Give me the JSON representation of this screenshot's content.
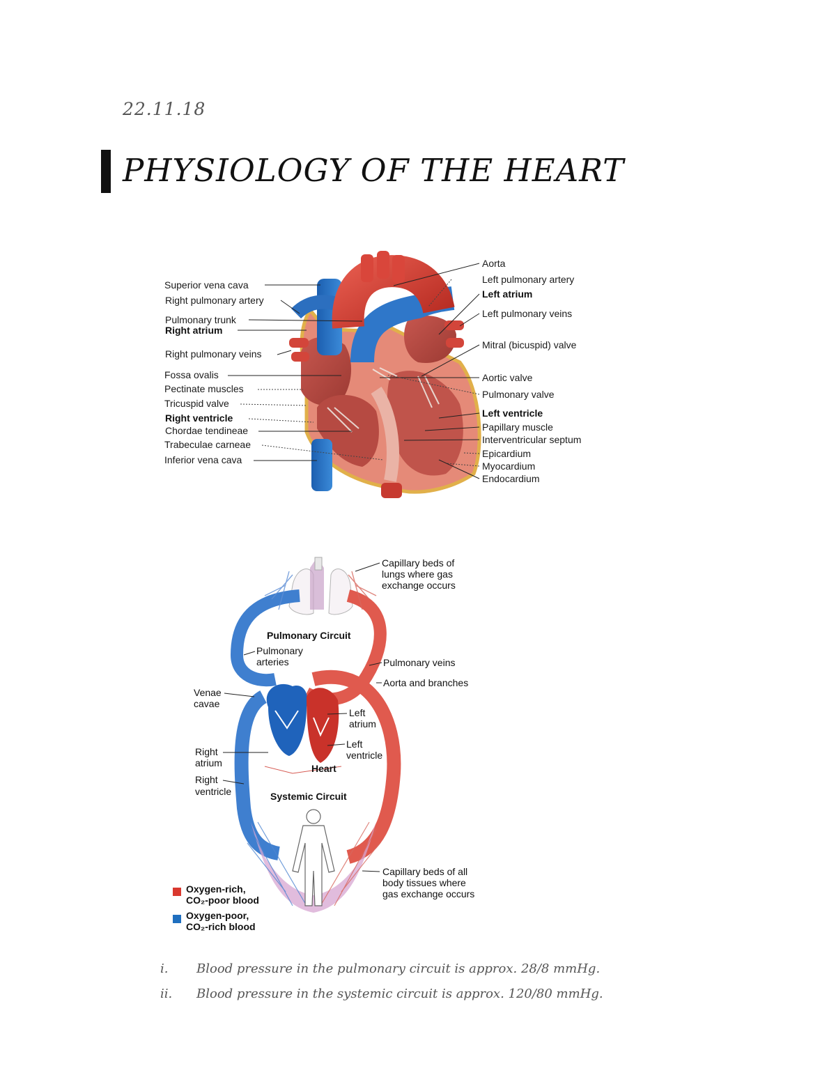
{
  "header": {
    "date": "22.11.18",
    "title": "PHYSIOLOGY OF THE HEART"
  },
  "heart_diagram": {
    "left_labels": [
      "Superior vena cava",
      "Right pulmonary artery",
      "Pulmonary trunk",
      "Right atrium",
      "Right pulmonary veins",
      "Fossa ovalis",
      "Pectinate muscles",
      "Tricuspid valve",
      "Right ventricle",
      "Chordae tendineae",
      "Trabeculae carneae",
      "Inferior vena cava"
    ],
    "right_labels": [
      "Aorta",
      "Left pulmonary artery",
      "Left atrium",
      "Left pulmonary veins",
      "Mitral (bicuspid) valve",
      "Aortic valve",
      "Pulmonary valve",
      "Left ventricle",
      "Papillary muscle",
      "Interventricular septum",
      "Epicardium",
      "Myocardium",
      "Endocardium"
    ]
  },
  "circulation_diagram": {
    "lung_capillaries": [
      "Capillary beds of",
      "lungs where gas",
      "exchange occurs"
    ],
    "pulmonary_circuit": "Pulmonary Circuit",
    "pulmonary_arteries": [
      "Pulmonary",
      "arteries"
    ],
    "pulmonary_veins": "Pulmonary veins",
    "aorta_branches": "Aorta and branches",
    "venae_cavae": [
      "Venae",
      "cavae"
    ],
    "left_atrium": [
      "Left",
      "atrium"
    ],
    "left_ventricle": [
      "Left",
      "ventricle"
    ],
    "right_atrium": [
      "Right",
      "atrium"
    ],
    "right_ventricle": [
      "Right",
      "ventricle"
    ],
    "heart": "Heart",
    "systemic_circuit": "Systemic Circuit",
    "body_capillaries": [
      "Capillary beds of all",
      "body tissues where",
      "gas exchange occurs"
    ],
    "legend": [
      {
        "line1": "Oxygen-rich,",
        "line2": "CO₂-poor blood",
        "color": "#d9382e"
      },
      {
        "line1": "Oxygen-poor,",
        "line2": "CO₂-rich blood",
        "color": "#1f6fbf"
      }
    ]
  },
  "notes": [
    {
      "num": "i.",
      "text": "Blood pressure in the pulmonary circuit is approx. 28/8 mmHg."
    },
    {
      "num": "ii.",
      "text": "Blood pressure in the systemic circuit is approx. 120/80 mmHg."
    }
  ]
}
